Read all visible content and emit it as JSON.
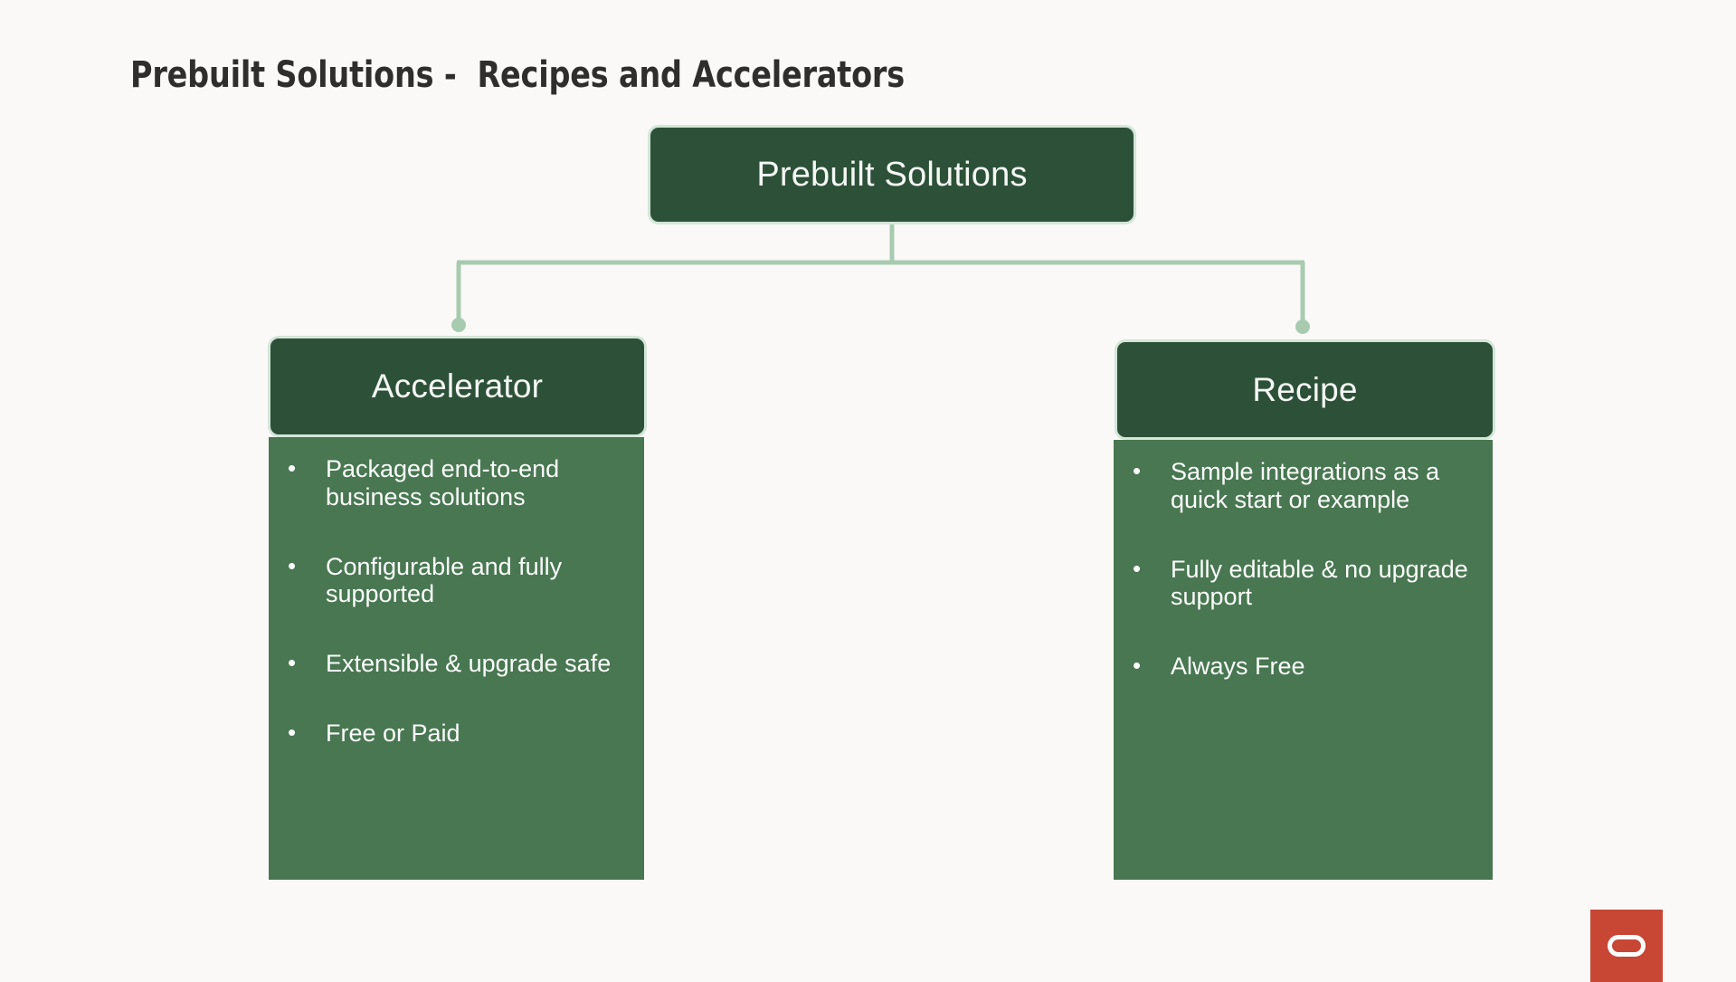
{
  "slide": {
    "title": "Prebuilt Solutions -  Recipes and Accelerators",
    "background_color": "#faf9f7",
    "title_color": "#2f2e2c"
  },
  "theme": {
    "header_fill": "#2d5138",
    "header_border": "#d3e6d8",
    "body_fill": "#487751",
    "connector_color": "#a8cbb0",
    "text_color": "#fbfdfb",
    "logo_red": "#c74634"
  },
  "diagram": {
    "type": "org-chart",
    "root": {
      "label": "Prebuilt Solutions"
    },
    "children": [
      {
        "label": "Accelerator",
        "bullet_glyph": "•",
        "bullets": [
          "Packaged end-to-end business solutions",
          "Configurable and fully supported",
          "Extensible & upgrade safe",
          "Free or Paid"
        ]
      },
      {
        "label": "Recipe",
        "bullet_glyph": "•",
        "bullets": [
          "Sample integrations as a quick start or example",
          "Fully editable & no upgrade support",
          "Always Free"
        ]
      }
    ]
  },
  "logo": {
    "name": "oracle-logo",
    "icon": "oracle-o-mark"
  }
}
